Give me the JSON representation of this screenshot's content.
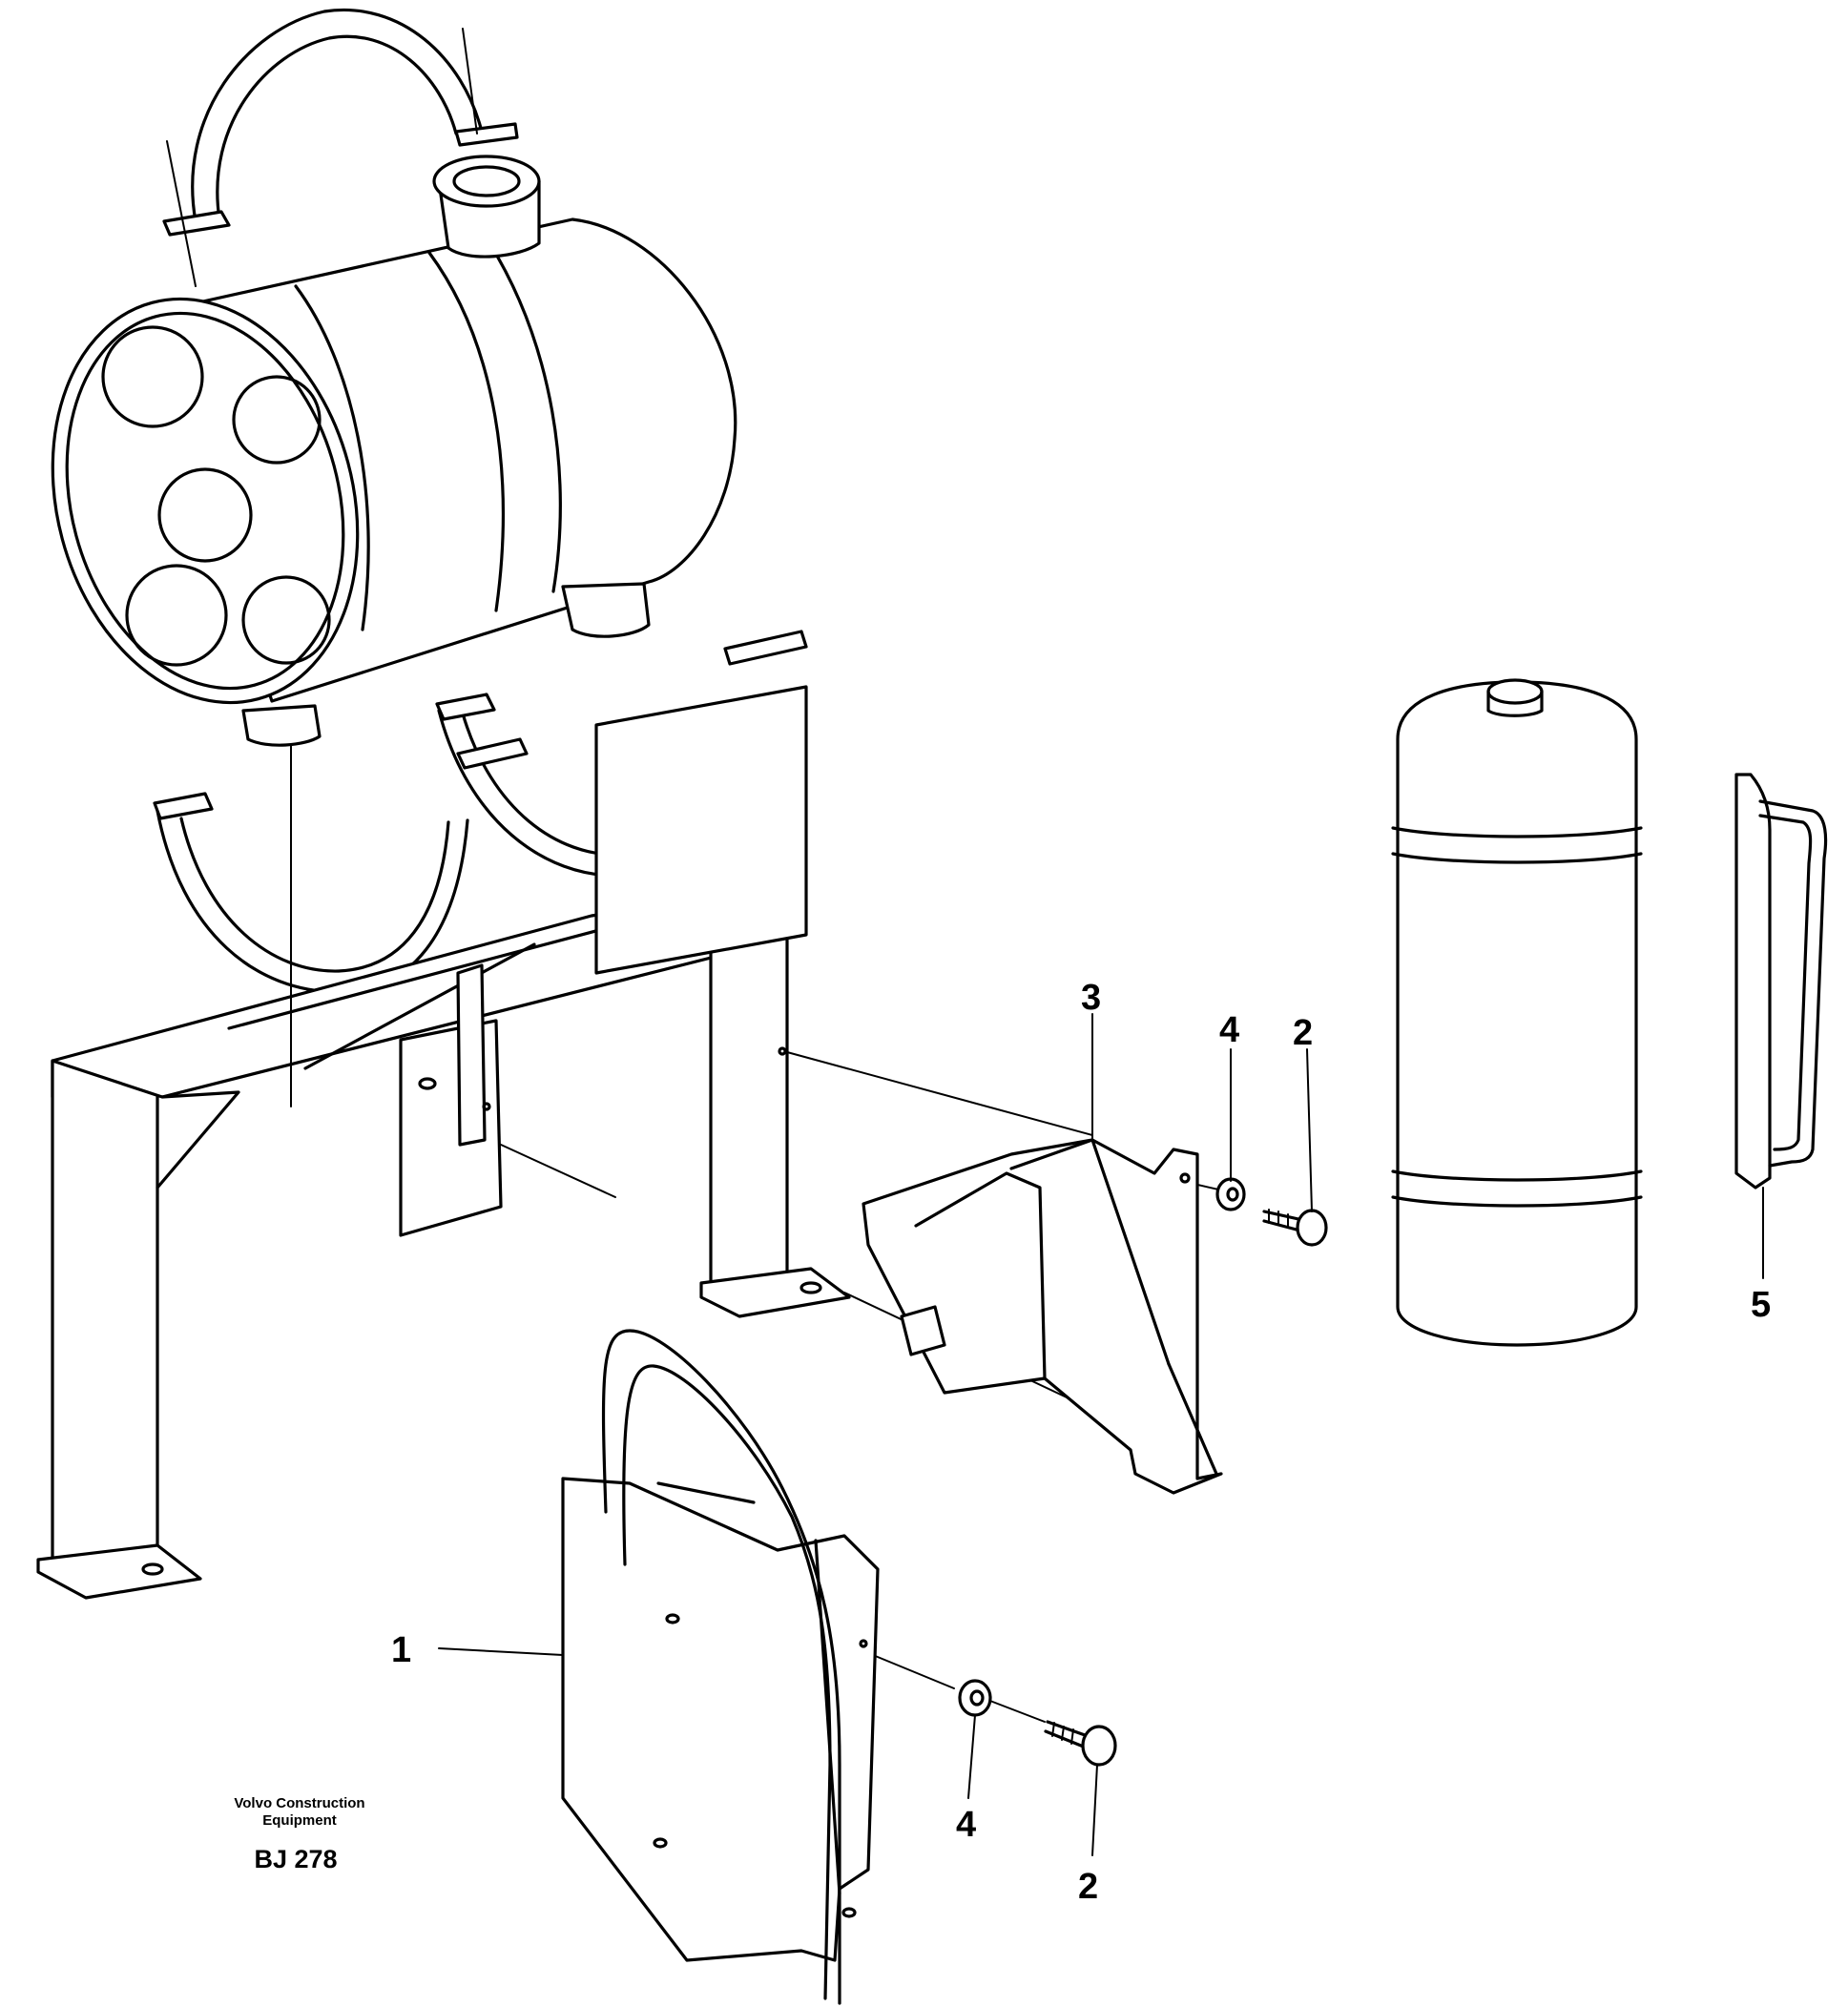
{
  "callouts": {
    "c1": "1",
    "c2a": "2",
    "c2b": "2",
    "c3": "3",
    "c4a": "4",
    "c4b": "4",
    "c5": "5"
  },
  "footer": {
    "company_line1": "Volvo Construction",
    "company_line2": "Equipment",
    "code": "BJ 278"
  }
}
